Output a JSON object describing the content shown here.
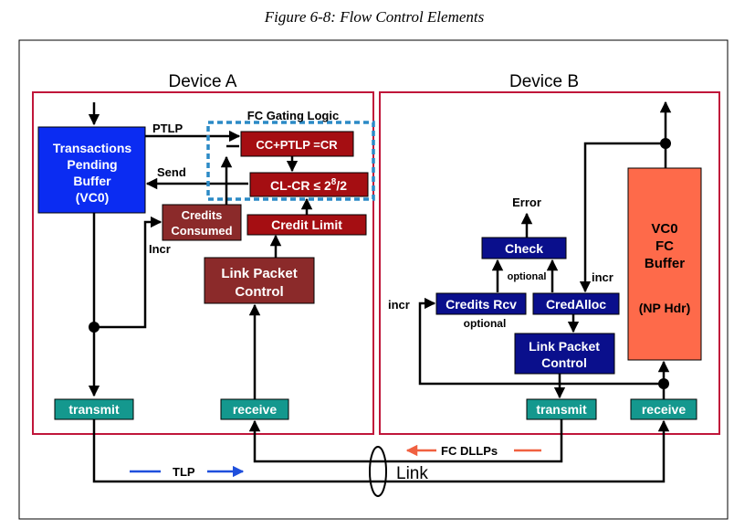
{
  "caption": "Figure 6-8: Flow Control Elements",
  "devices": {
    "a": "Device A",
    "b": "Device B"
  },
  "device_a": {
    "tx_buffer": {
      "line1": "Transactions",
      "line2": "Pending",
      "line3": "Buffer",
      "line4": "(VC0)"
    },
    "ptlp": "PTLP",
    "send": "Send",
    "incr": "Incr",
    "fc_gating": "FC Gating Logic",
    "cc_ptlp": "CC+PTLP =CR",
    "cl_cr_pre": "CL-CR ≤ 2",
    "cl_cr_exp": "8",
    "cl_cr_post": "/2",
    "credits_consumed": {
      "line1": "Credits",
      "line2": "Consumed"
    },
    "credit_limit": "Credit Limit",
    "link_packet_control": {
      "line1": "Link Packet",
      "line2": "Control"
    },
    "transmit": "transmit",
    "receive": "receive"
  },
  "device_b": {
    "error": "Error",
    "check": "Check",
    "optional_1": "optional",
    "optional_2": "optional",
    "incr_left": "incr",
    "incr_right": "incr",
    "credits_rcv": "Credits Rcv",
    "cred_alloc": "CredAlloc",
    "link_packet_control": {
      "line1": "Link Packet",
      "line2": "Control"
    },
    "fc_buffer": {
      "line1": "VC0",
      "line2": "FC",
      "line3": "Buffer",
      "line4": "(NP Hdr)"
    },
    "transmit": "transmit",
    "receive": "receive"
  },
  "link": {
    "tlp": "TLP",
    "fc_dllps": "FC DLLPs",
    "label": "Link"
  },
  "colors": {
    "device_border": "#c0163a",
    "blue_box": "#0b2cf2",
    "dark_red_box": "#a50e12",
    "maroon_box": "#8b2a2a",
    "navy_box": "#0a0f8c",
    "teal_box": "#14988e",
    "orange_box": "#fe6a4a",
    "dashed_outline": "#2b8ac6",
    "tlp_arrow": "#1f4fdc",
    "dllp_arrow": "#f06040"
  }
}
